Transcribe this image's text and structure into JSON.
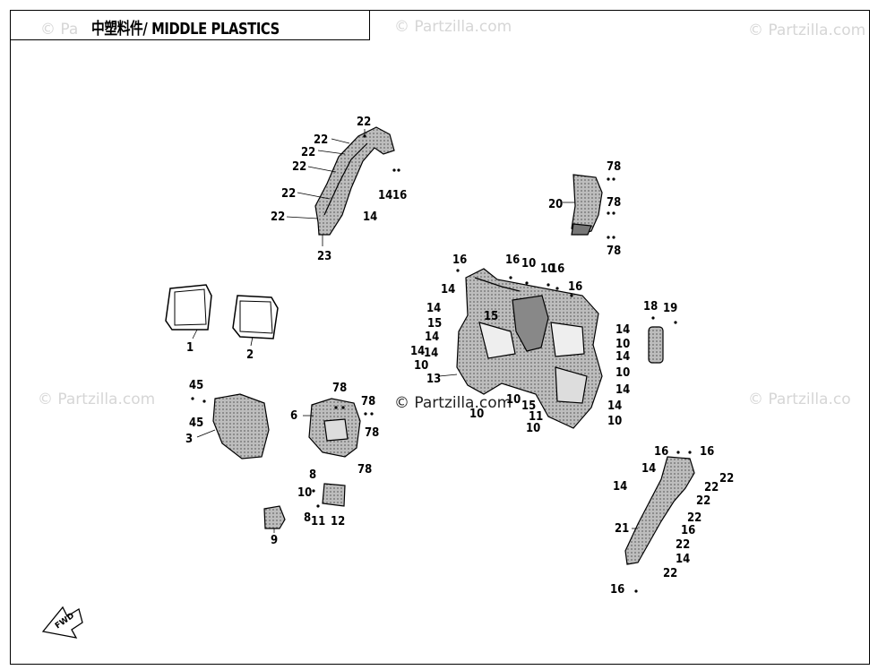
{
  "title": "中塑料件/ MIDDLE PLASTICS",
  "watermarks": {
    "top_left": "© Pa",
    "top_center": "© Partzilla.com",
    "top_right": "© Partzilla.com",
    "mid_left": "© Partzilla.com",
    "mid_center": "© Partzilla.com",
    "mid_right": "© Partzilla.co"
  },
  "fwd_label": "FWD",
  "callouts": [
    "22",
    "22",
    "22",
    "22",
    "22",
    "22",
    "14",
    "16",
    "14",
    "23",
    "78",
    "78",
    "78",
    "20",
    "1",
    "2",
    "16",
    "16",
    "10",
    "10",
    "16",
    "16",
    "14",
    "14",
    "15",
    "15",
    "14",
    "14",
    "14",
    "13",
    "10",
    "14",
    "10",
    "14",
    "10",
    "14",
    "10",
    "14",
    "10",
    "10",
    "15",
    "10",
    "11",
    "18",
    "19",
    "45",
    "45",
    "3",
    "78",
    "78",
    "6",
    "78",
    "78",
    "8",
    "10",
    "8",
    "11",
    "12",
    "9",
    "16",
    "16",
    "14",
    "22",
    "14",
    "22",
    "22",
    "22",
    "21",
    "16",
    "22",
    "14",
    "22",
    "16"
  ],
  "colors": {
    "line": "#000000",
    "watermark": "#d6d6d6",
    "part_fill": "#9a9a9a"
  }
}
